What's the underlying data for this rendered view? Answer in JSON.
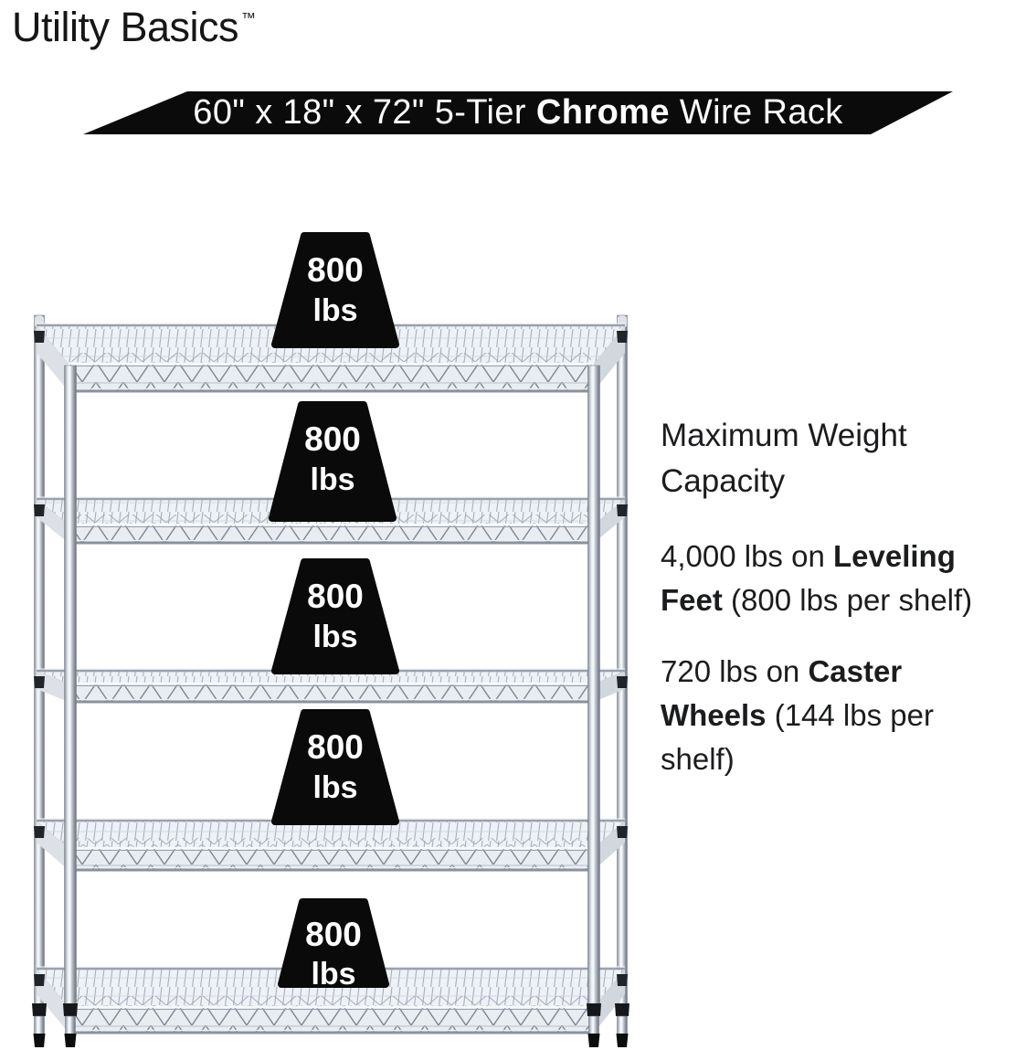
{
  "brand": {
    "name": "Utility Basics",
    "trademark": "™"
  },
  "banner": {
    "prefix": "60\" x 18\" x 72\" 5-Tier ",
    "bold": "Chrome",
    "suffix": " Wire Rack",
    "background": "#0b0b0c",
    "text_color": "#ffffff"
  },
  "product": {
    "type": "wire-shelving-rack",
    "tiers": 5,
    "finish": "Chrome"
  },
  "shelves": [
    {
      "capacity": "800",
      "unit": "lbs"
    },
    {
      "capacity": "800",
      "unit": "lbs"
    },
    {
      "capacity": "800",
      "unit": "lbs"
    },
    {
      "capacity": "800",
      "unit": "lbs"
    },
    {
      "capacity": "800",
      "unit": "lbs"
    }
  ],
  "specs": {
    "heading": "Maximum Weight Capacity",
    "items": [
      {
        "prefix": "4,000 lbs on ",
        "bold": "Leveling Feet",
        "suffix": " (800 lbs per shelf)"
      },
      {
        "prefix": "720 lbs on ",
        "bold": "Caster Wheels",
        "suffix": " (144 lbs per shelf)"
      }
    ]
  },
  "colors": {
    "banner_bg": "#0b0b0c",
    "weight_icon": "#0a0a0b",
    "text": "#1b1c1e",
    "chrome_light": "#f2f4f7",
    "chrome_dark": "#6e747e",
    "white": "#ffffff"
  }
}
